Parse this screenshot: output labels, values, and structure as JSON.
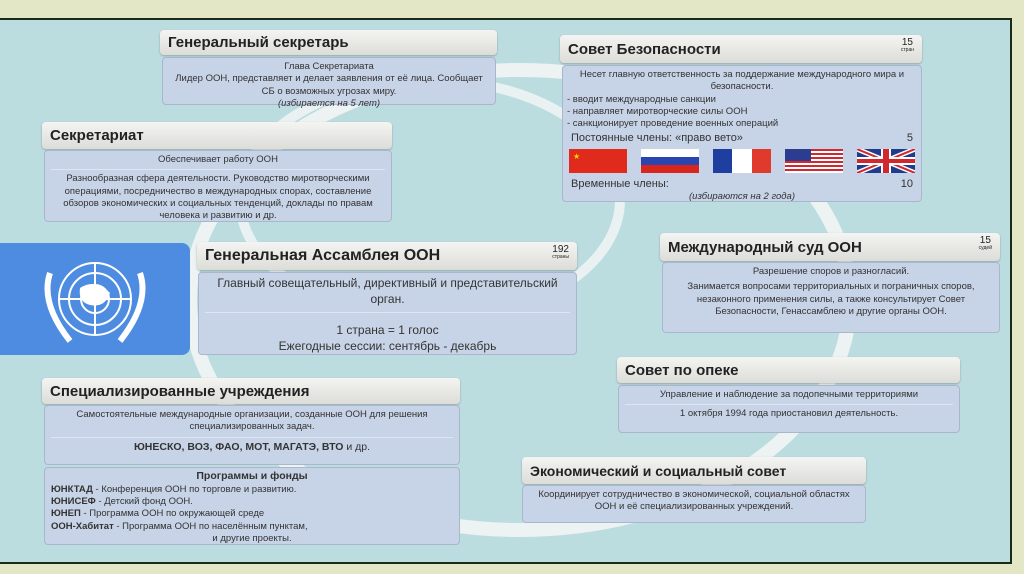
{
  "gen_sec": {
    "title": "Генеральный секретарь",
    "subtitle": "Глава Секретариата",
    "text": "Лидер ООН, представляет и делает заявления от её лица. Сообщает СБ о возможных угрозах миру.",
    "term": "(избирается на 5 лет)"
  },
  "secretariat": {
    "title": "Секретариат",
    "subtitle": "Обеспечивает работу ООН",
    "text": "Разнообразная сфера деятельности. Руководство миротворческими операциями, посредничество в международных спорах, составление обзоров экономических и социальных тенденций, доклады по правам человека и развитию и др."
  },
  "security_council": {
    "title": "Совет Безопасности",
    "count": "15",
    "count_unit": "стран",
    "text": "Несет главную ответственность за поддержание международного мира и безопасности.",
    "items": [
      "- вводит международные санкции",
      "- направляет миротворческие силы ООН",
      "- санкционирует проведение военных операций"
    ],
    "permanent_label": "Постоянные члены: «право вето»",
    "permanent_count": "5",
    "flags": [
      "china-flag",
      "russia-flag",
      "france-flag",
      "usa-flag",
      "uk-flag"
    ],
    "temporary_label": "Временные члены:",
    "temporary_count": "10",
    "temporary_term": "(избираются на 2 года)"
  },
  "general_assembly": {
    "title": "Генеральная Ассамблея ООН",
    "count": "192",
    "count_unit": "страны",
    "text": "Главный совещательный, директивный и представительский орган.",
    "vote": "1 страна = 1 голос",
    "sessions": "Ежегодные сессии: сентябрь - декабрь"
  },
  "icj": {
    "title": "Международный суд ООН",
    "count": "15",
    "count_unit": "судей",
    "subtitle": "Разрешение споров и разногласий.",
    "text": "Занимается вопросами территориальных и пограничных споров, незаконного применения силы, а также консультирует Совет Безопасности, Генассамблею и другие органы ООН."
  },
  "trusteeship": {
    "title": "Совет по опеке",
    "text": "Управление и наблюдение за подопечными территориями",
    "note": "1 октября 1994 года приостановил деятельность."
  },
  "specialized": {
    "title": "Специализированные учреждения",
    "text": "Самостоятельные международные организации, созданные ООН для решения специализированных задач.",
    "orgs": "ЮНЕСКО, ВОЗ, ФАО, МОТ, МАГАТЭ, ВТО",
    "orgs_suffix": " и др.",
    "programs_title": "Программы и фонды",
    "programs": [
      {
        "name": "ЮНКТАД",
        "desc": " - Конференция ООН по торговле и развитию."
      },
      {
        "name": "ЮНИСЕФ",
        "desc": " - Детский фонд ООН."
      },
      {
        "name": "ЮНЕП",
        "desc": " - Программа ООН по окружающей среде"
      },
      {
        "name": "ООН-Хабитат",
        "desc": " - Программа ООН по населённым пунктам,"
      }
    ],
    "programs_end": "и другие проекты."
  },
  "ecosoc": {
    "title": "Экономический и социальный совет",
    "text": "Координирует сотрудничество в экономической, социальной областях ООН и её специализированных учреждений."
  },
  "colors": {
    "background": "#e3e7c6",
    "panel": "#bcdde0",
    "body": "#c7d3e6",
    "logo": "#4d8ce0"
  }
}
